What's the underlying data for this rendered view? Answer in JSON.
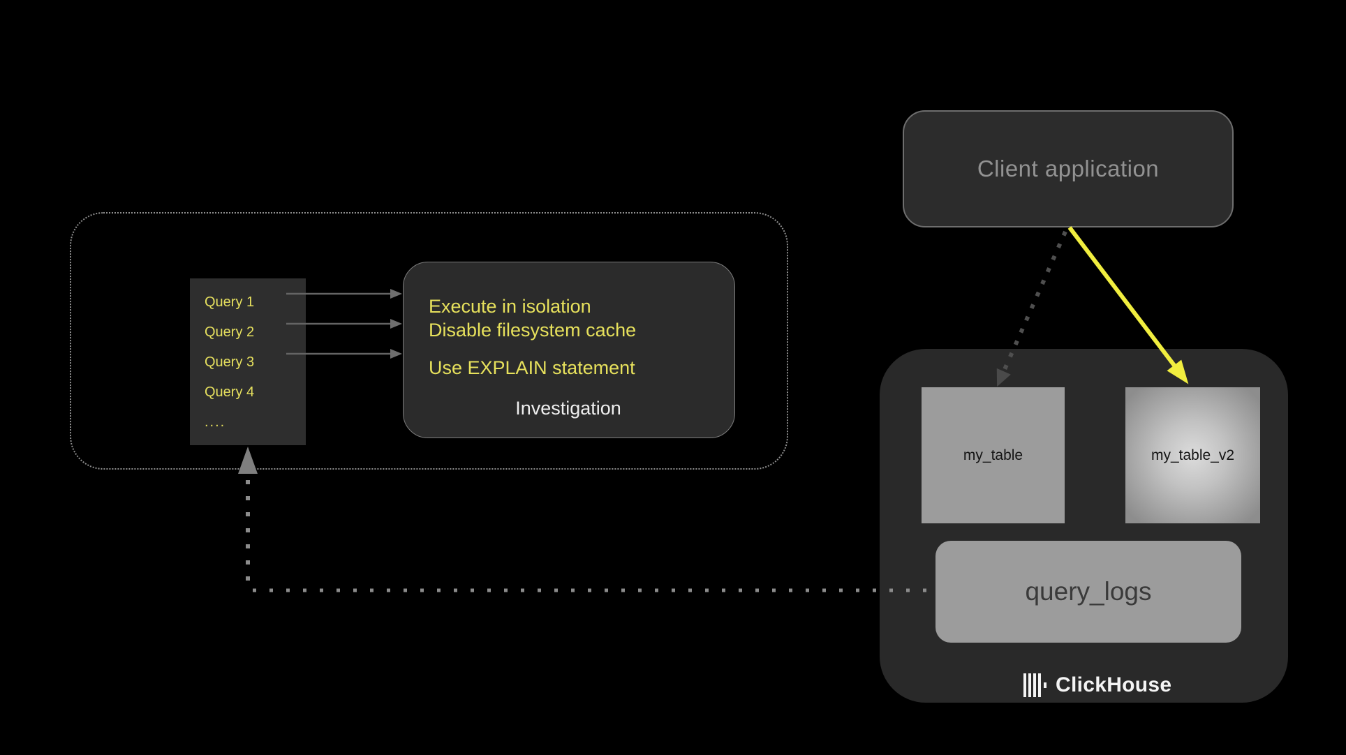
{
  "client": {
    "label": "Client application"
  },
  "investigation": {
    "queries": [
      "Query 1",
      "Query 2",
      "Query 3",
      "Query 4",
      "...."
    ],
    "steps": [
      "Execute in isolation",
      "Disable filesystem cache",
      "Use EXPLAIN statement"
    ],
    "caption": "Investigation"
  },
  "clickhouse": {
    "table1": "my_table",
    "table2": "my_table_v2",
    "logs": "query_logs",
    "brand": "ClickHouse"
  },
  "colors": {
    "background": "#000000",
    "accent_yellow_arrow": "#f1ee3f",
    "yellow_text": "#e6e05e",
    "dark_box": "#2b2b2b",
    "container_gray": "#292929",
    "panel_gray": "#9c9c9c",
    "connector_gray": "#8c8c8c",
    "dark_connector": "#4f4f4f"
  }
}
